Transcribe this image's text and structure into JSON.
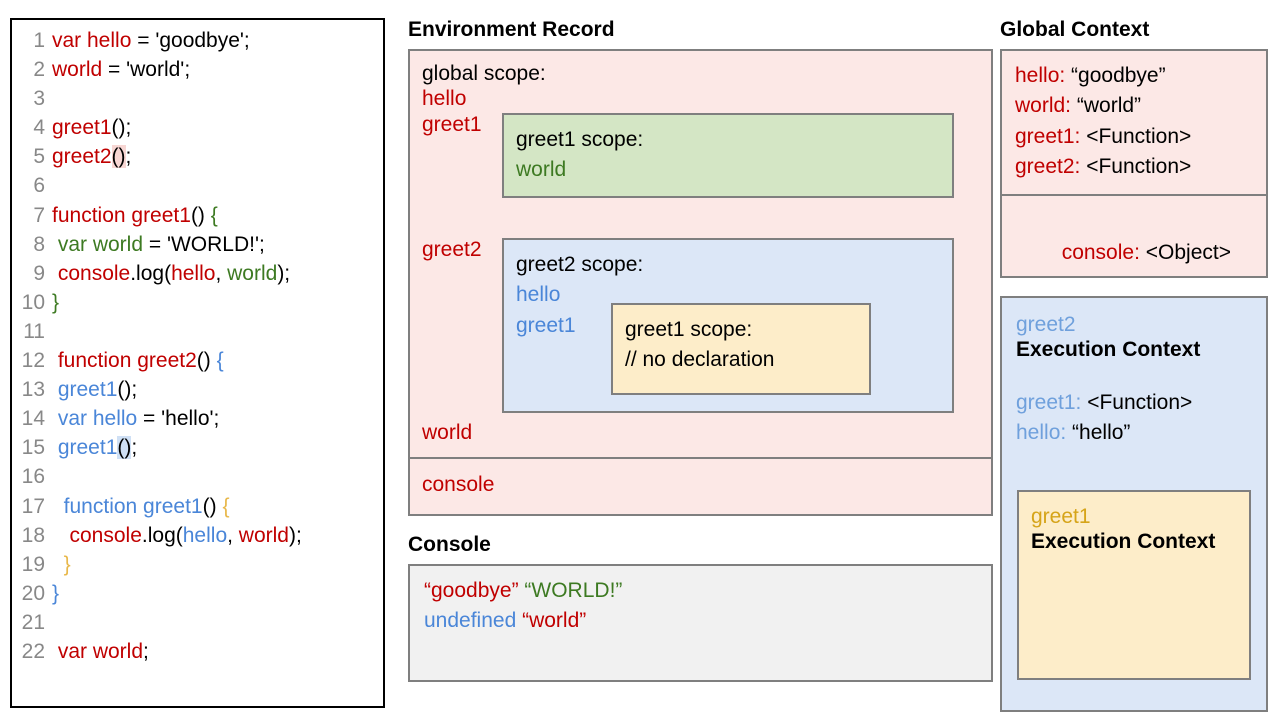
{
  "code_panel": {
    "lines": [
      {
        "n": "1",
        "tokens": [
          {
            "t": "var hello",
            "c": "red"
          },
          {
            "t": " = 'goodbye';",
            "c": "black"
          }
        ]
      },
      {
        "n": "2",
        "tokens": [
          {
            "t": "world",
            "c": "red"
          },
          {
            "t": " = 'world';",
            "c": "black"
          }
        ]
      },
      {
        "n": "3",
        "tokens": []
      },
      {
        "n": "4",
        "tokens": [
          {
            "t": "greet1",
            "c": "red"
          },
          {
            "t": "()",
            "c": "black"
          },
          {
            "t": ";",
            "c": "black"
          }
        ]
      },
      {
        "n": "5",
        "tokens": [
          {
            "t": "greet2",
            "c": "red"
          },
          {
            "t": "()",
            "c": "black",
            "hl": "red"
          },
          {
            "t": ";",
            "c": "black"
          }
        ]
      },
      {
        "n": "6",
        "tokens": []
      },
      {
        "n": "7",
        "tokens": [
          {
            "t": "function greet1",
            "c": "red"
          },
          {
            "t": "() ",
            "c": "black"
          },
          {
            "t": "{",
            "c": "green"
          }
        ]
      },
      {
        "n": "8",
        "tokens": [
          {
            "t": " var world",
            "c": "green"
          },
          {
            "t": " = 'WORLD!';",
            "c": "black"
          }
        ]
      },
      {
        "n": "9",
        "tokens": [
          {
            "t": " console",
            "c": "red"
          },
          {
            "t": ".log(",
            "c": "black"
          },
          {
            "t": "hello",
            "c": "red"
          },
          {
            "t": ", ",
            "c": "black"
          },
          {
            "t": "world",
            "c": "green"
          },
          {
            "t": ");",
            "c": "black"
          }
        ]
      },
      {
        "n": "10",
        "tokens": [
          {
            "t": "}",
            "c": "green"
          }
        ]
      },
      {
        "n": "11",
        "tokens": []
      },
      {
        "n": "12",
        "tokens": [
          {
            "t": " function greet2",
            "c": "red"
          },
          {
            "t": "() ",
            "c": "black"
          },
          {
            "t": "{",
            "c": "blue"
          }
        ]
      },
      {
        "n": "13",
        "tokens": [
          {
            "t": " greet1",
            "c": "blue"
          },
          {
            "t": "();",
            "c": "black"
          }
        ]
      },
      {
        "n": "14",
        "tokens": [
          {
            "t": " var hello",
            "c": "blue"
          },
          {
            "t": " = 'hello';",
            "c": "black"
          }
        ]
      },
      {
        "n": "15",
        "tokens": [
          {
            "t": " greet1",
            "c": "blue"
          },
          {
            "t": "()",
            "c": "black",
            "hl": "blue"
          },
          {
            "t": ";",
            "c": "black"
          }
        ]
      },
      {
        "n": "16",
        "tokens": []
      },
      {
        "n": "17",
        "tokens": [
          {
            "t": "  function greet1",
            "c": "blue"
          },
          {
            "t": "() ",
            "c": "black"
          },
          {
            "t": "{",
            "c": "gold"
          }
        ]
      },
      {
        "n": "18",
        "tokens": [
          {
            "t": "   console",
            "c": "red"
          },
          {
            "t": ".log(",
            "c": "black"
          },
          {
            "t": "hello",
            "c": "blue"
          },
          {
            "t": ", ",
            "c": "black"
          },
          {
            "t": "world",
            "c": "red"
          },
          {
            "t": ");",
            "c": "black"
          }
        ]
      },
      {
        "n": "19",
        "tokens": [
          {
            "t": "  }",
            "c": "gold"
          }
        ]
      },
      {
        "n": "20",
        "tokens": [
          {
            "t": "}",
            "c": "blue"
          }
        ]
      },
      {
        "n": "21",
        "tokens": []
      },
      {
        "n": "22",
        "tokens": [
          {
            "t": " var world",
            "c": "red"
          },
          {
            "t": ";",
            "c": "black"
          }
        ]
      }
    ]
  },
  "environment_record": {
    "title": "Environment Record",
    "global_scope_label": "global scope:",
    "global_bindings": {
      "hello": "hello",
      "greet1": "greet1",
      "greet2": "greet2",
      "world": "world"
    },
    "console_binding": "console",
    "greet1_scope": {
      "header": "greet1 scope:",
      "bindings": [
        "world"
      ]
    },
    "greet2_scope": {
      "header": "greet2 scope:",
      "bindings": [
        "hello",
        "greet1"
      ]
    },
    "greet1_inner_scope": {
      "header": "greet1 scope:",
      "bindings": [
        "// no declaration"
      ]
    }
  },
  "console": {
    "title": "Console",
    "lines": [
      [
        {
          "t": "“goodbye” ",
          "c": "red"
        },
        {
          "t": "“WORLD!”",
          "c": "green"
        }
      ],
      [
        {
          "t": "undefined ",
          "c": "blue"
        },
        {
          "t": "“world”",
          "c": "red"
        }
      ]
    ]
  },
  "global_context": {
    "title": "Global Context",
    "vars": [
      {
        "key": "hello: ",
        "value": "“goodbye”"
      },
      {
        "key": "world: ",
        "value": "“world”"
      },
      {
        "key": "greet1: ",
        "value": "<Function>"
      },
      {
        "key": "greet2: ",
        "value": "<Function>"
      }
    ],
    "console": {
      "key": "console: ",
      "value": "<Object>"
    }
  },
  "greet2_execution_context": {
    "name": "greet2",
    "heading": "Execution Context",
    "vars": [
      {
        "key": "greet1: ",
        "value": "<Function>"
      },
      {
        "key": "hello: ",
        "value": "“hello”"
      }
    ]
  },
  "greet1_execution_context": {
    "name": "greet1",
    "heading": "Execution Context"
  },
  "colors": {
    "red": "#c00000",
    "green": "#3d7a22",
    "blue": "#4a86d8",
    "gold": "#e8b84b",
    "global_bg": "#fce8e6",
    "greet1_bg": "#d4e6c5",
    "greet2_bg": "#dce7f7",
    "greet1_inner_bg": "#fdedc9",
    "console_bg": "#f1f1f1",
    "border": "#7f7f7f"
  }
}
